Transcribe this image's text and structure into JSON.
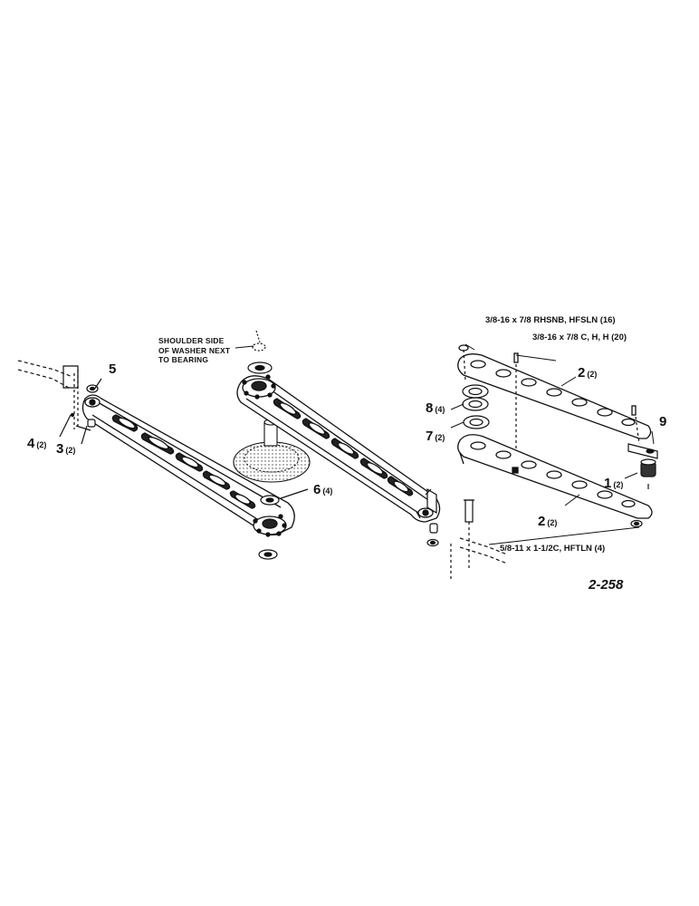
{
  "callouts": [
    {
      "id": "c5",
      "number": "5",
      "qty": ""
    },
    {
      "id": "c4",
      "number": "4",
      "qty": "(2)"
    },
    {
      "id": "c3",
      "number": "3",
      "qty": "(2)"
    },
    {
      "id": "c6",
      "number": "6",
      "qty": "(4)"
    },
    {
      "id": "c2a",
      "number": "2",
      "qty": "(2)"
    },
    {
      "id": "c8",
      "number": "8",
      "qty": "(4)"
    },
    {
      "id": "c7",
      "number": "7",
      "qty": "(2)"
    },
    {
      "id": "c9",
      "number": "9",
      "qty": ""
    },
    {
      "id": "c1",
      "number": "1",
      "qty": "(2)"
    },
    {
      "id": "c2b",
      "number": "2",
      "qty": "(2)"
    }
  ],
  "notes": {
    "shoulder_line1": "SHOULDER SIDE",
    "shoulder_line2": "OF WASHER NEXT",
    "shoulder_line3": "TO BEARING"
  },
  "hardware": {
    "bolt_rhsnb": "3/8-16 x 7/8 RHSNB, HFSLN (16)",
    "bolt_c_h_h": "3/8-16  x  7/8  C,  H,  H  (20)",
    "bolt_hftln": "5/8-11 x 1-1/2C, HFTLN (4)"
  },
  "figure_number": "2-258"
}
